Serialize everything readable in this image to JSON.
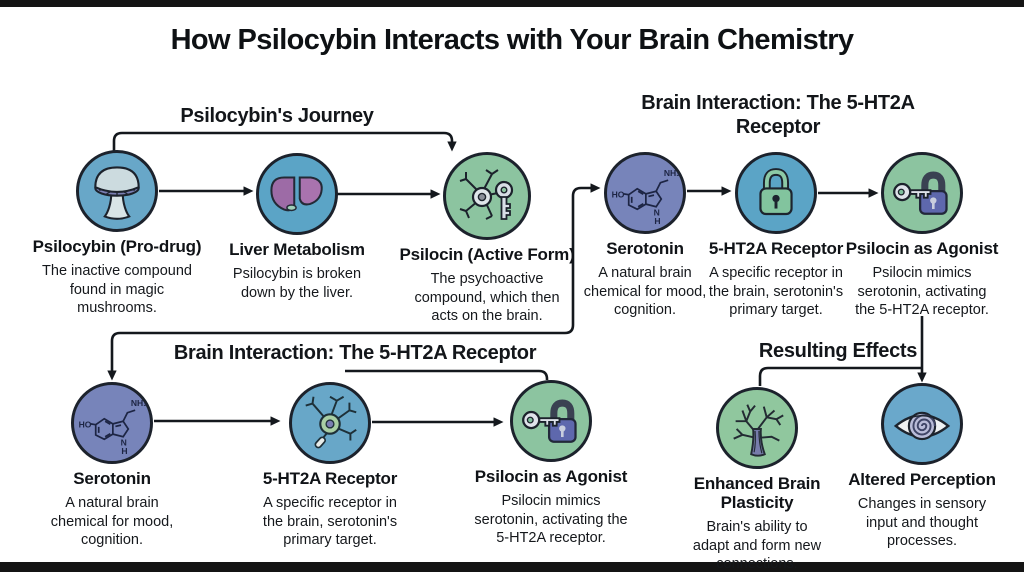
{
  "page": {
    "title": "How Psilocybin Interacts with Your Brain Chemistry"
  },
  "colors": {
    "background": "#ffffff",
    "letterbox_bar": "#141414",
    "circle_blue": "#68a7c8",
    "circle_green": "#8cc4a0",
    "circle_purple": "#7784ba",
    "circle_outline": "#1c222c",
    "arrow": "#14181d",
    "text": "#101317"
  },
  "sections": {
    "journey": {
      "heading": "Psilocybin's Journey"
    },
    "receptor_top": {
      "heading_line1": "Brain Interaction: The 5-HT2A",
      "heading_line2": "Receptor"
    },
    "receptor_bottom": {
      "heading": "Brain Interaction: The 5-HT2A Receptor"
    },
    "effects": {
      "heading": "Resulting Effects"
    }
  },
  "nodes": {
    "psilocybin": {
      "label": "Psilocybin (Pro-drug)",
      "description": "The inactive compound\nfound in magic\nmushrooms.",
      "icon": "mushroom-icon"
    },
    "liver": {
      "label": "Liver Metabolism",
      "description": "Psilocybin is broken\ndown by the liver.",
      "icon": "liver-icon"
    },
    "psilocin": {
      "label": "Psilocin (Active Form)",
      "description": "The psychoactive\ncompound, which then\nacts on the brain.",
      "icon": "neuron-key-icon"
    },
    "serotonin_top": {
      "label": "Serotonin",
      "description": "A natural brain\nchemical for mood,\ncognition.",
      "icon": "serotonin-molecule-icon"
    },
    "receptor_top": {
      "label": "5-HT2A Receptor",
      "description": "A specific receptor in\nthe brain, serotonin's\nprimary target.",
      "icon": "padlock-icon"
    },
    "agonist_top": {
      "label": "Psilocin as Agonist",
      "description": "Psilocin mimics\nserotonin, activating\nthe 5-HT2A receptor.",
      "icon": "key-in-lock-icon"
    },
    "serotonin_bottom": {
      "label": "Serotonin",
      "description": "A natural brain\nchemical for mood,\ncognition.",
      "icon": "serotonin-molecule-icon"
    },
    "receptor_bottom": {
      "label": "5-HT2A Receptor",
      "description": "A specific receptor in\nthe brain, serotonin's\nprimary target.",
      "icon": "neuron-icon"
    },
    "agonist_bottom": {
      "label": "Psilocin as Agonist",
      "description": "Psilocin mimics\nserotonin, activating the\n5-HT2A receptor.",
      "icon": "key-in-lock-icon"
    },
    "plasticity": {
      "label": "Enhanced Brain\nPlasticity",
      "description": "Brain's ability to\nadapt and form new\nconnections.",
      "icon": "tree-icon"
    },
    "perception": {
      "label": "Altered Perception",
      "description": "Changes in sensory\ninput and thought\nprocesses.",
      "icon": "eye-spiral-icon"
    }
  },
  "molecule": {
    "ho": "HO",
    "nh2": "NH₂",
    "n": "N",
    "h": "H"
  }
}
